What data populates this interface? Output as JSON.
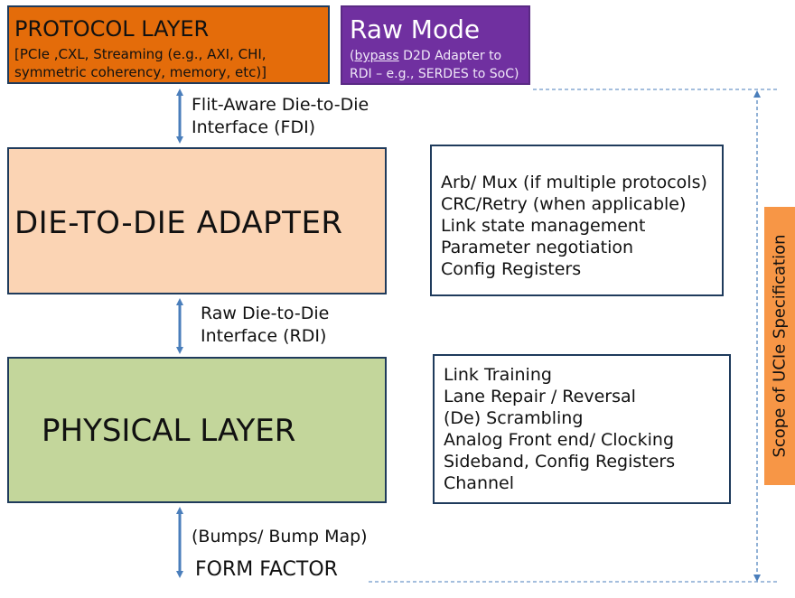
{
  "protocol": {
    "title": "PROTOCOL LAYER",
    "line1": "[PCIe ,CXL, Streaming (e.g., AXI, CHI,",
    "line2": "symmetric coherency, memory, etc)]"
  },
  "raw_mode": {
    "title": "Raw Mode",
    "line1_open": "(",
    "line1_link": "bypass",
    "line1_rest": " D2D Adapter to",
    "line2": "RDI – e.g., SERDES to SoC)"
  },
  "fdi_label": {
    "line1": "Flit-Aware Die-to-Die",
    "line2": "Interface (FDI)"
  },
  "adapter": {
    "title": "DIE-TO-DIE ADAPTER",
    "features": [
      "Arb/ Mux (if multiple protocols)",
      "CRC/Retry (when applicable)",
      "Link state management",
      "Parameter negotiation",
      "Config Registers"
    ]
  },
  "rdi_label": {
    "line1": "Raw Die-to-Die",
    "line2": "Interface (RDI)"
  },
  "physical": {
    "title": "PHYSICAL LAYER",
    "features": [
      "Link Training",
      "Lane Repair / Reversal",
      "(De) Scrambling",
      "Analog Front end/ Clocking",
      "Sideband, Config Registers",
      "Channel"
    ]
  },
  "bumps_label": "(Bumps/ Bump Map)",
  "form_factor": "FORM FACTOR",
  "scope_label": "Scope of UCIe Specification",
  "colors": {
    "protocol": "#e46c0a",
    "raw_mode": "#7030a0",
    "adapter": "#fbd4b4",
    "physical": "#c3d69b",
    "scope": "#f79646",
    "arrow": "#4a7ebb"
  }
}
